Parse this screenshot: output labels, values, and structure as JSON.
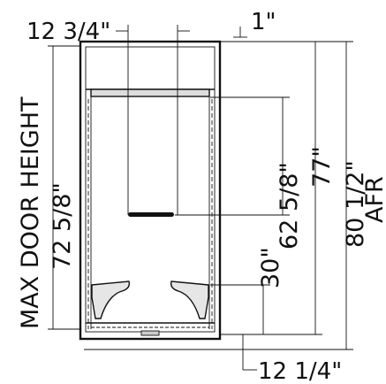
{
  "dimensions": {
    "top_width": "12 3/4\"",
    "top_gap": "1\"",
    "max_door_height": "MAX DOOR HEIGHT",
    "door_height_value": "72 5/8\"",
    "valve_height": "62 5/8\"",
    "head_height": "77\"",
    "overall_height": "80 1/2\"",
    "afr": "AFR",
    "seat_height": "30\"",
    "bottom_offset": "12 1/4\""
  },
  "colors": {
    "ink": "#111111",
    "background": "#ffffff"
  }
}
